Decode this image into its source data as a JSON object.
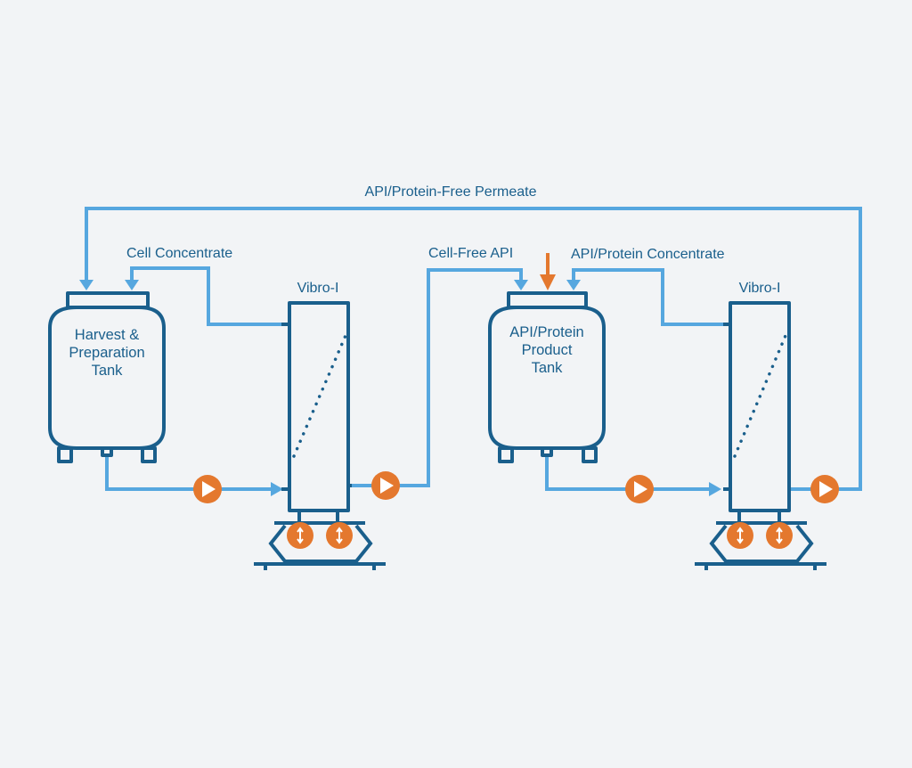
{
  "flows": {
    "permeate_return": "API/Protein-Free Permeate",
    "cell_concentrate": "Cell Concentrate",
    "cell_free_api": "Cell-Free API",
    "api_protein_concentrate": "API/Protein Concentrate"
  },
  "units": {
    "filter_1": "Vibro-I",
    "filter_2": "Vibro-I"
  },
  "tanks": {
    "harvest": {
      "line1": "Harvest &",
      "line2": "Preparation",
      "line3": "Tank"
    },
    "product": {
      "line1": "API/Protein",
      "line2": "Product",
      "line3": "Tank"
    }
  },
  "colors": {
    "background": "#f2f4f6",
    "pipe": "#56a7df",
    "equipment": "#1a5f8c",
    "pump": "#e4782e"
  }
}
